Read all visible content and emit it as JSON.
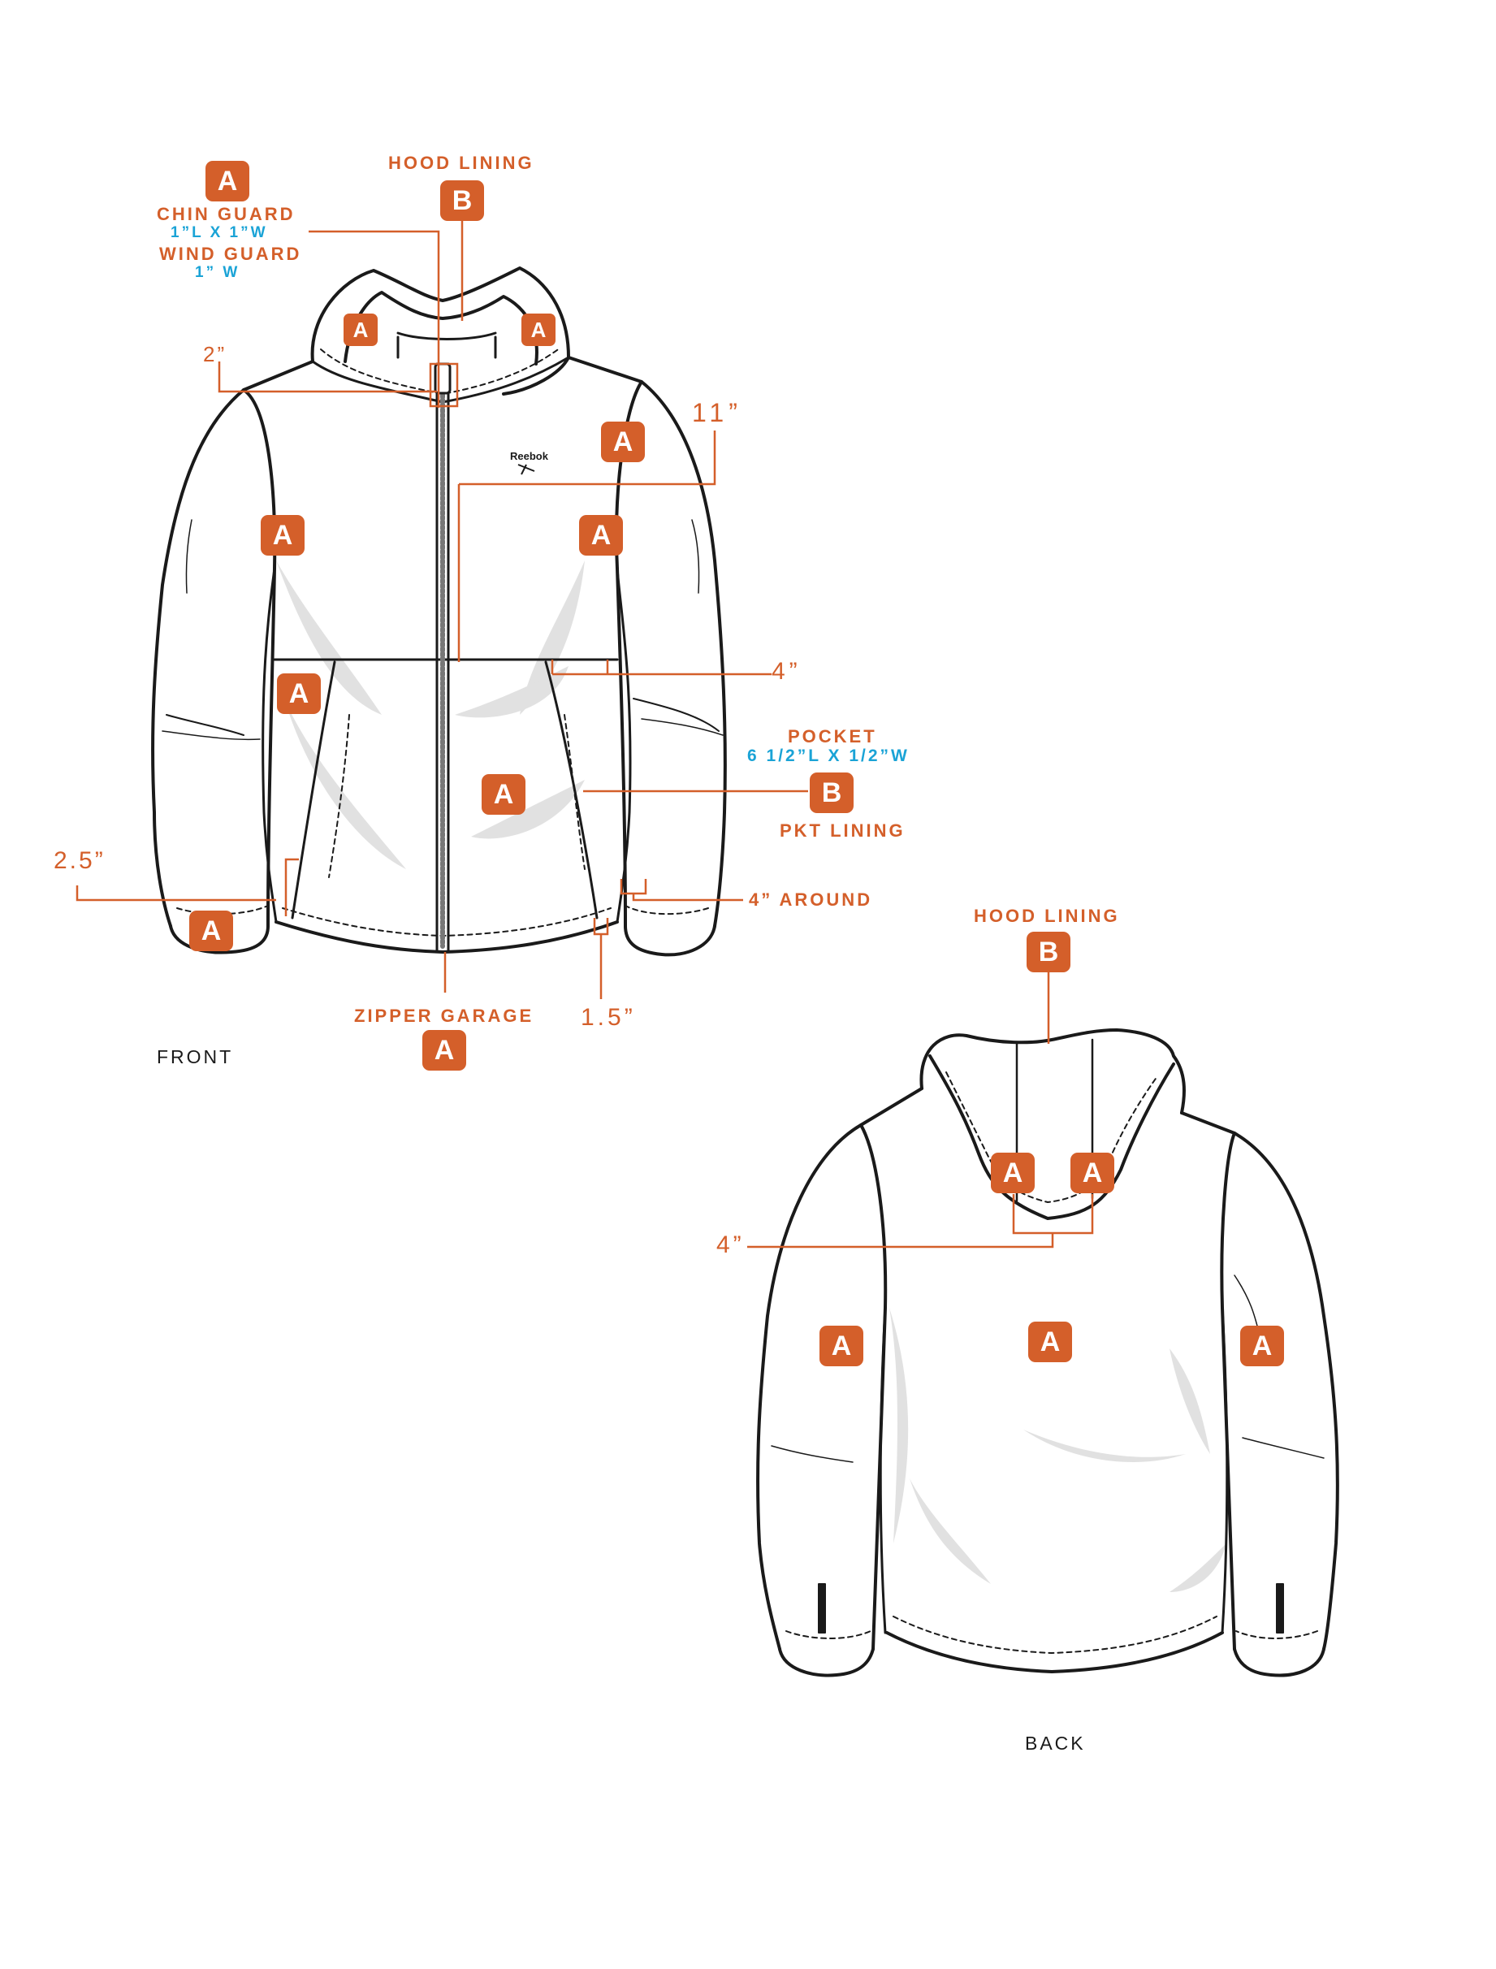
{
  "brand_logo": {
    "text": "Reebok"
  },
  "front": {
    "view_label": "FRONT",
    "labels": {
      "chin_guard": "CHIN GUARD",
      "chin_guard_size": "1”L X 1”W",
      "wind_guard": "WIND GUARD",
      "wind_guard_size": "1” W",
      "hood_lining": "HOOD LINING",
      "dim_2": "2”",
      "dim_11": "11”",
      "dim_4": "4”",
      "pocket": "POCKET",
      "pocket_size": "6 1/2”L X 1/2”W",
      "pkt_lining": "PKT LINING",
      "dim_2_5": "2.5”",
      "dim_4_around": "4” AROUND",
      "zipper_garage": "ZIPPER GARAGE",
      "dim_1_5": "1.5”"
    },
    "badges": {
      "chin_guard": "A",
      "hood_lining": "B",
      "hood_left": "A",
      "hood_right": "A",
      "chest": "A",
      "left_side_panel": "A",
      "right_side_panel": "A",
      "left_pocket": "A",
      "center_body": "A",
      "pocket_lining": "B",
      "left_cuff": "A",
      "zipper_garage": "A"
    }
  },
  "back": {
    "view_label": "BACK",
    "labels": {
      "hood_lining": "HOOD LINING",
      "dim_4": "4”"
    },
    "badges": {
      "hood_lining": "B",
      "hood_left": "A",
      "hood_right": "A",
      "left_sleeve": "A",
      "center_body": "A",
      "right_sleeve": "A"
    }
  },
  "colors": {
    "callout_orange": "#d45f2a",
    "size_blue": "#1aa3d6",
    "outline": "#1a1a1a",
    "shading": "#d9d9d9"
  }
}
